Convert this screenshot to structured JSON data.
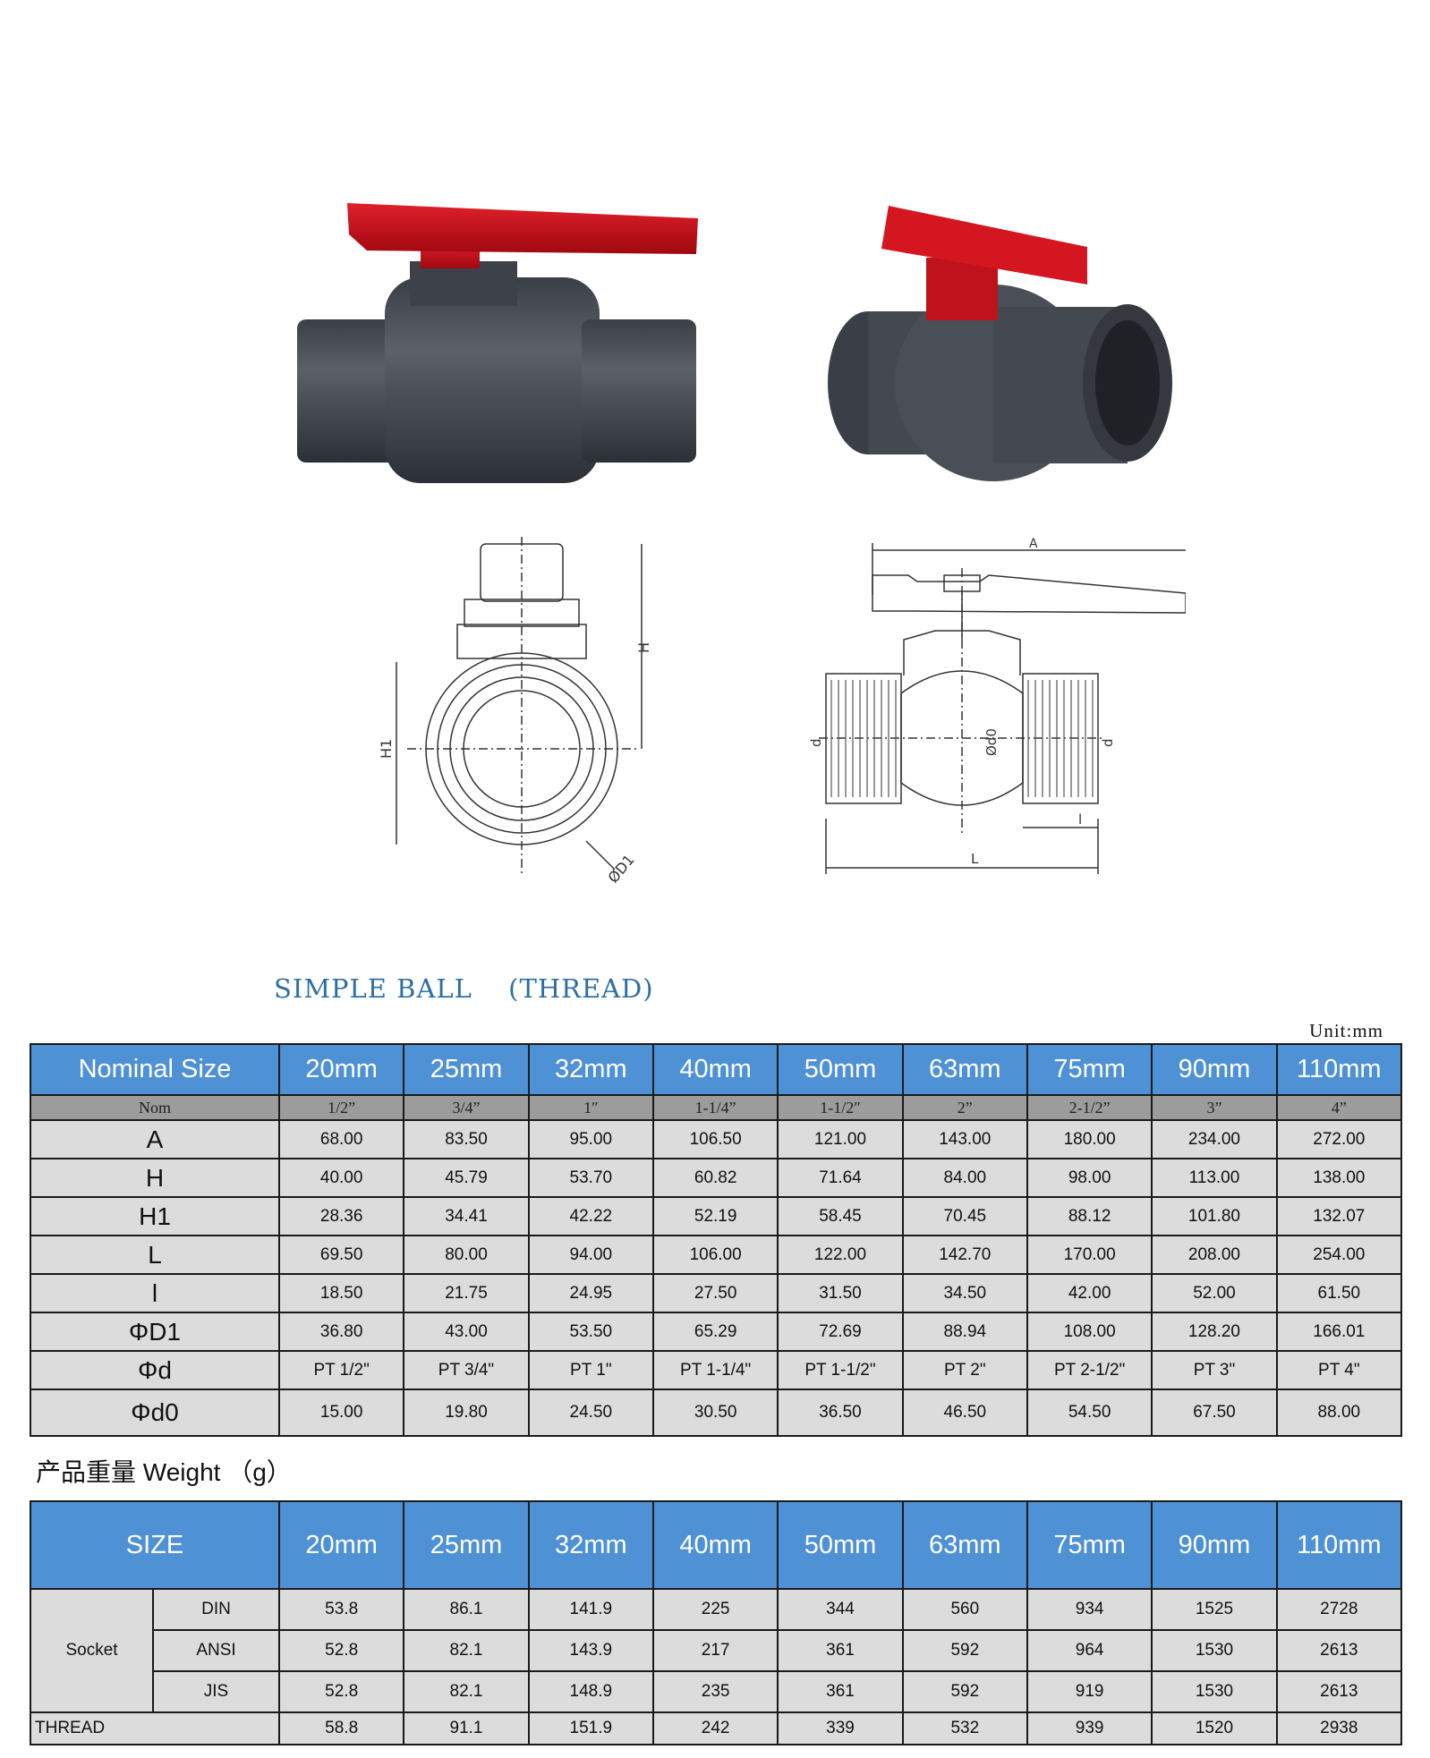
{
  "product_title": "SIMPLE BALL 　(THREAD)",
  "unit_label": "Unit:mm",
  "diagram_labels": {
    "A": "A",
    "H": "H",
    "H1": "H1",
    "D1": "ØD1",
    "d": "d",
    "d_right": "d",
    "d0": "Ød0",
    "L": "L",
    "l": "l"
  },
  "spec_table": {
    "header_label": "Nominal Size",
    "sizes": [
      "20mm",
      "25mm",
      "32mm",
      "40mm",
      "50mm",
      "63mm",
      "75mm",
      "90mm",
      "110mm"
    ],
    "nom_label": "Nom",
    "nom_values": [
      "1/2”",
      "3/4”",
      "1″",
      "1-1/4”",
      "1-1/2″",
      "2”",
      "2-1/2”",
      "3”",
      "4”"
    ],
    "rows": [
      {
        "label": "A",
        "values": [
          "68.00",
          "83.50",
          "95.00",
          "106.50",
          "121.00",
          "143.00",
          "180.00",
          "234.00",
          "272.00"
        ]
      },
      {
        "label": "H",
        "values": [
          "40.00",
          "45.79",
          "53.70",
          "60.82",
          "71.64",
          "84.00",
          "98.00",
          "113.00",
          "138.00"
        ]
      },
      {
        "label": "H1",
        "values": [
          "28.36",
          "34.41",
          "42.22",
          "52.19",
          "58.45",
          "70.45",
          "88.12",
          "101.80",
          "132.07"
        ]
      },
      {
        "label": "L",
        "values": [
          "69.50",
          "80.00",
          "94.00",
          "106.00",
          "122.00",
          "142.70",
          "170.00",
          "208.00",
          "254.00"
        ]
      },
      {
        "label": "l",
        "values": [
          "18.50",
          "21.75",
          "24.95",
          "27.50",
          "31.50",
          "34.50",
          "42.00",
          "52.00",
          "61.50"
        ]
      },
      {
        "label": "ΦD1",
        "values": [
          "36.80",
          "43.00",
          "53.50",
          "65.29",
          "72.69",
          "88.94",
          "108.00",
          "128.20",
          "166.01"
        ]
      },
      {
        "label": "Φd",
        "values": [
          "PT 1/2\"",
          "PT 3/4\"",
          "PT 1\"",
          "PT 1-1/4\"",
          "PT 1-1/2\"",
          "PT 2\"",
          "PT 2-1/2\"",
          "PT 3\"",
          "PT 4\""
        ]
      },
      {
        "label": "Φd0",
        "values": [
          "15.00",
          "19.80",
          "24.50",
          "30.50",
          "36.50",
          "46.50",
          "54.50",
          "67.50",
          "88.00"
        ]
      }
    ]
  },
  "weight_title": "产品重量 Weight （g）",
  "weight_table": {
    "header_label": "SIZE",
    "sizes": [
      "20mm",
      "25mm",
      "32mm",
      "40mm",
      "50mm",
      "63mm",
      "75mm",
      "90mm",
      "110mm"
    ],
    "socket_label": "Socket",
    "socket_rows": [
      {
        "label": "DIN",
        "values": [
          "53.8",
          "86.1",
          "141.9",
          "225",
          "344",
          "560",
          "934",
          "1525",
          "2728"
        ]
      },
      {
        "label": "ANSI",
        "values": [
          "52.8",
          "82.1",
          "143.9",
          "217",
          "361",
          "592",
          "964",
          "1530",
          "2613"
        ]
      },
      {
        "label": "JIS",
        "values": [
          "52.8",
          "82.1",
          "148.9",
          "235",
          "361",
          "592",
          "919",
          "1530",
          "2613"
        ]
      }
    ],
    "thread_row": {
      "label": "THREAD",
      "values": [
        "58.8",
        "91.1",
        "151.9",
        "242",
        "339",
        "532",
        "939",
        "1520",
        "2938"
      ]
    }
  },
  "colors": {
    "header_blue": "#4e91d4",
    "nom_gray": "#9c9c9c",
    "cell_gray": "#dcdcdc",
    "title_blue": "#2e6fa3",
    "handle_red": "#d0101a",
    "body_gray": "#4a4f57"
  }
}
